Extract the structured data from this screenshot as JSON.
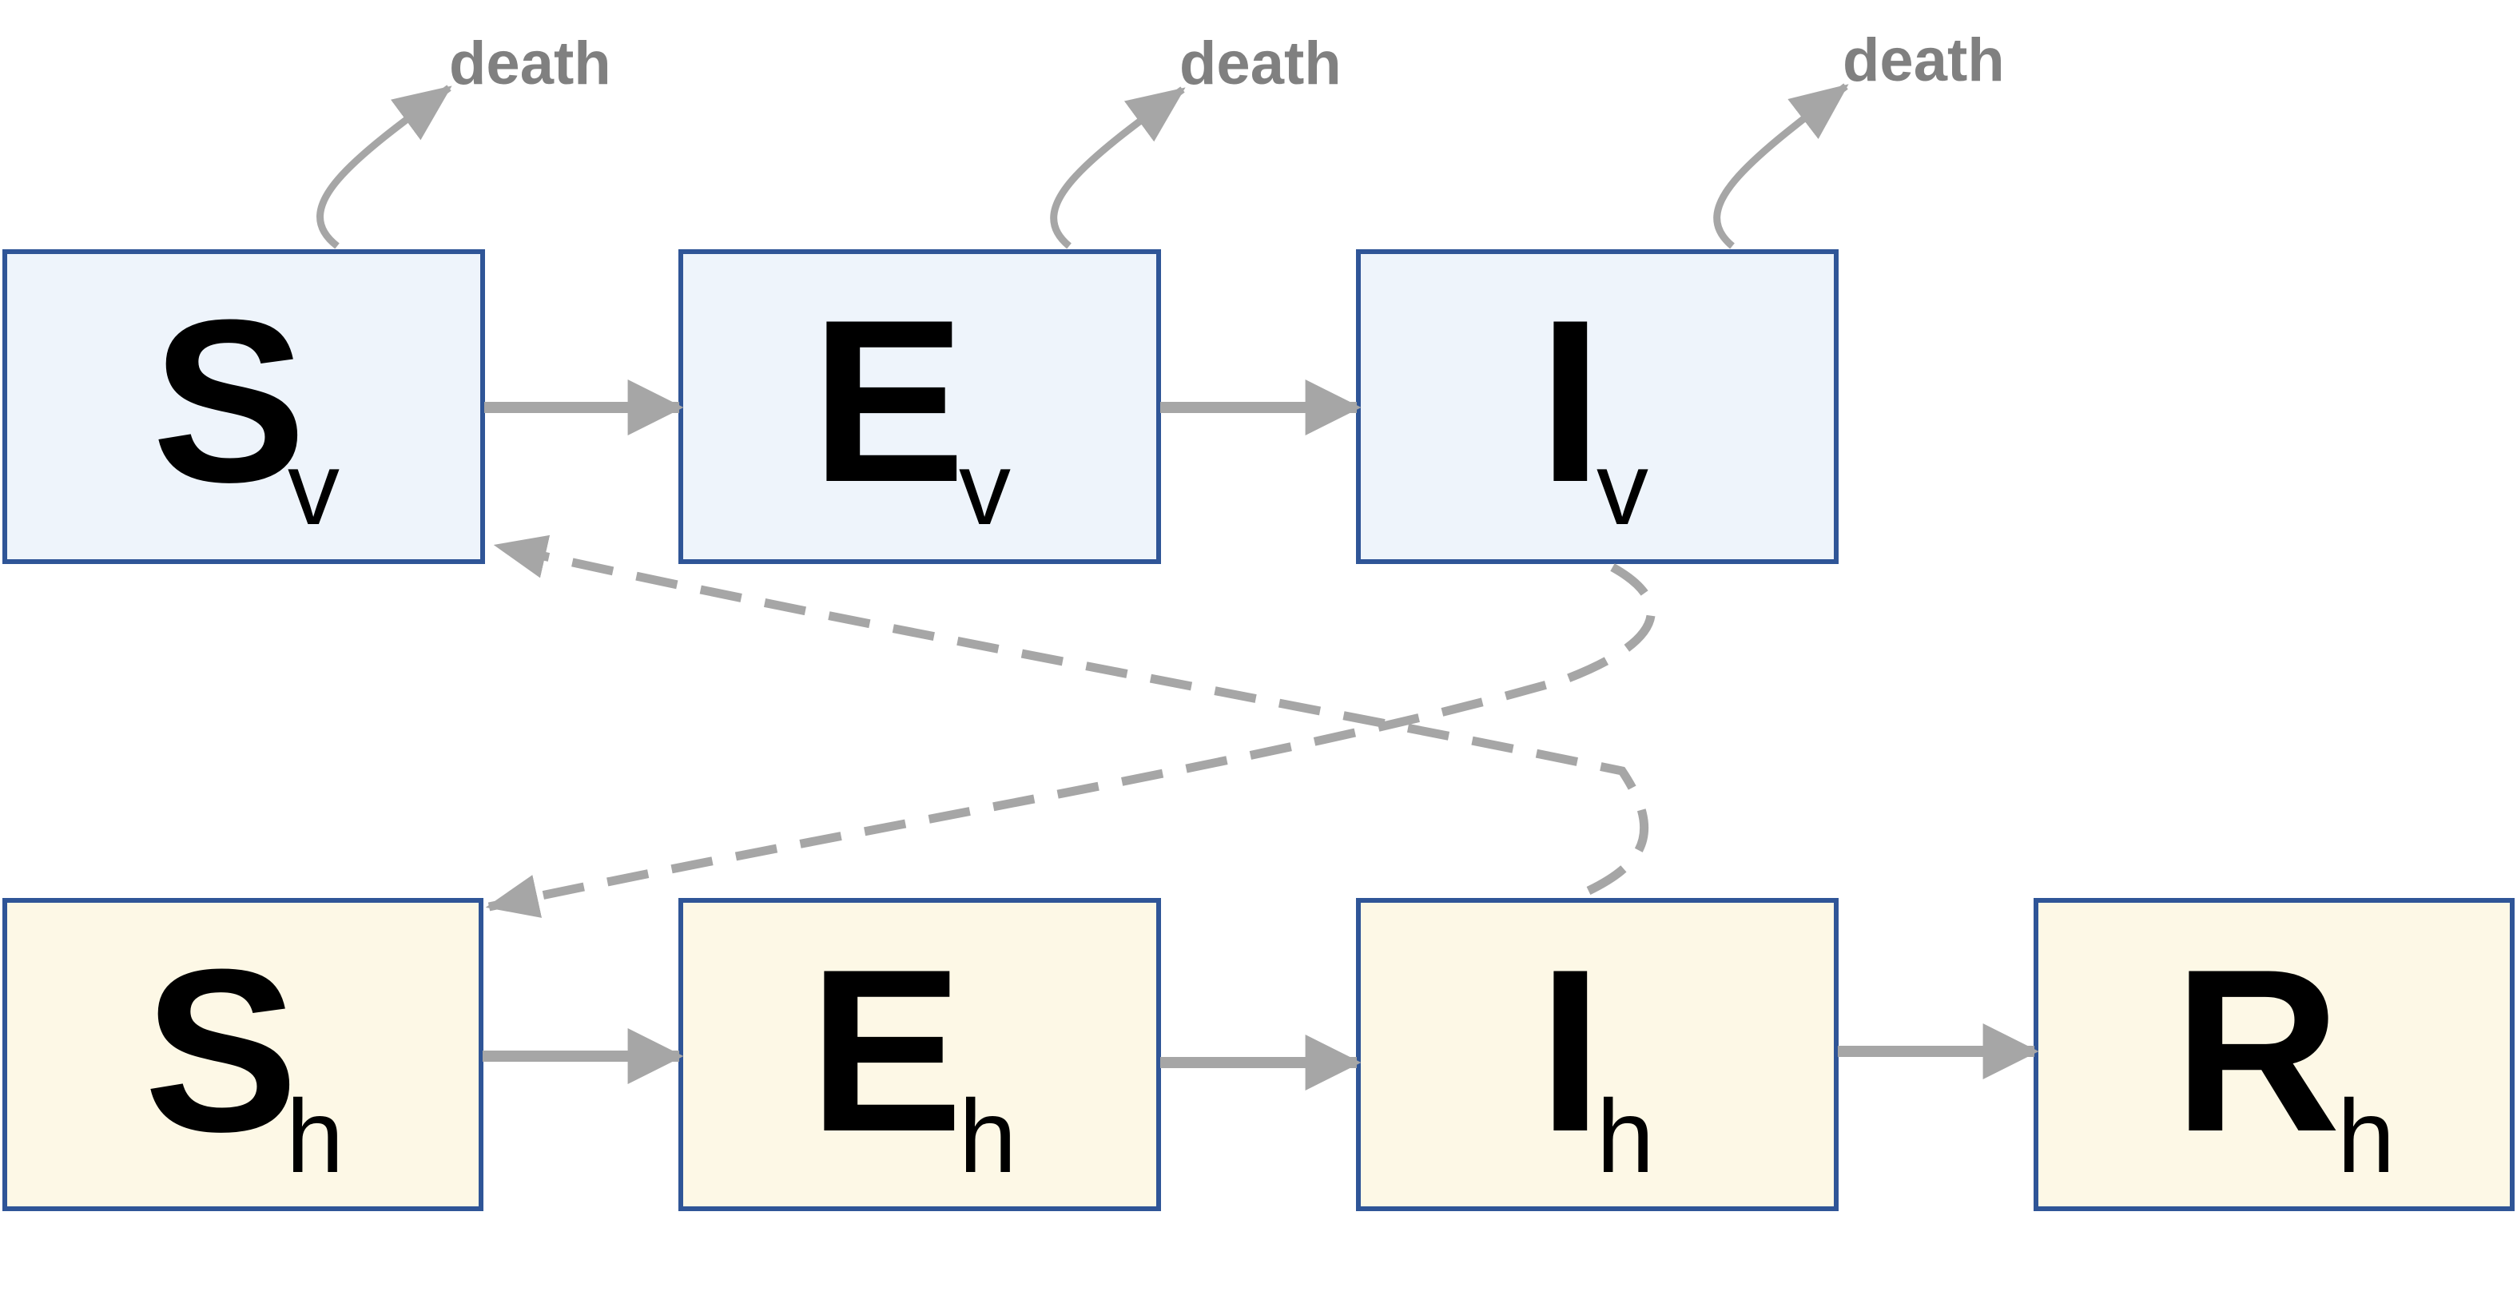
{
  "vector_row": [
    {
      "letter": "S",
      "subscript": "v"
    },
    {
      "letter": "E",
      "subscript": "v"
    },
    {
      "letter": "I",
      "subscript": "v"
    }
  ],
  "host_row": [
    {
      "letter": "S",
      "subscript": "h"
    },
    {
      "letter": "E",
      "subscript": "h"
    },
    {
      "letter": "I",
      "subscript": "h"
    },
    {
      "letter": "R",
      "subscript": "h"
    }
  ],
  "death_labels": [
    "death",
    "death",
    "death"
  ],
  "colors": {
    "vector_fill": "#eef4fb",
    "host_fill": "#fdf8e6",
    "box_border": "#2f5597",
    "arrow": "#a6a6a6",
    "death_text": "#808080"
  }
}
